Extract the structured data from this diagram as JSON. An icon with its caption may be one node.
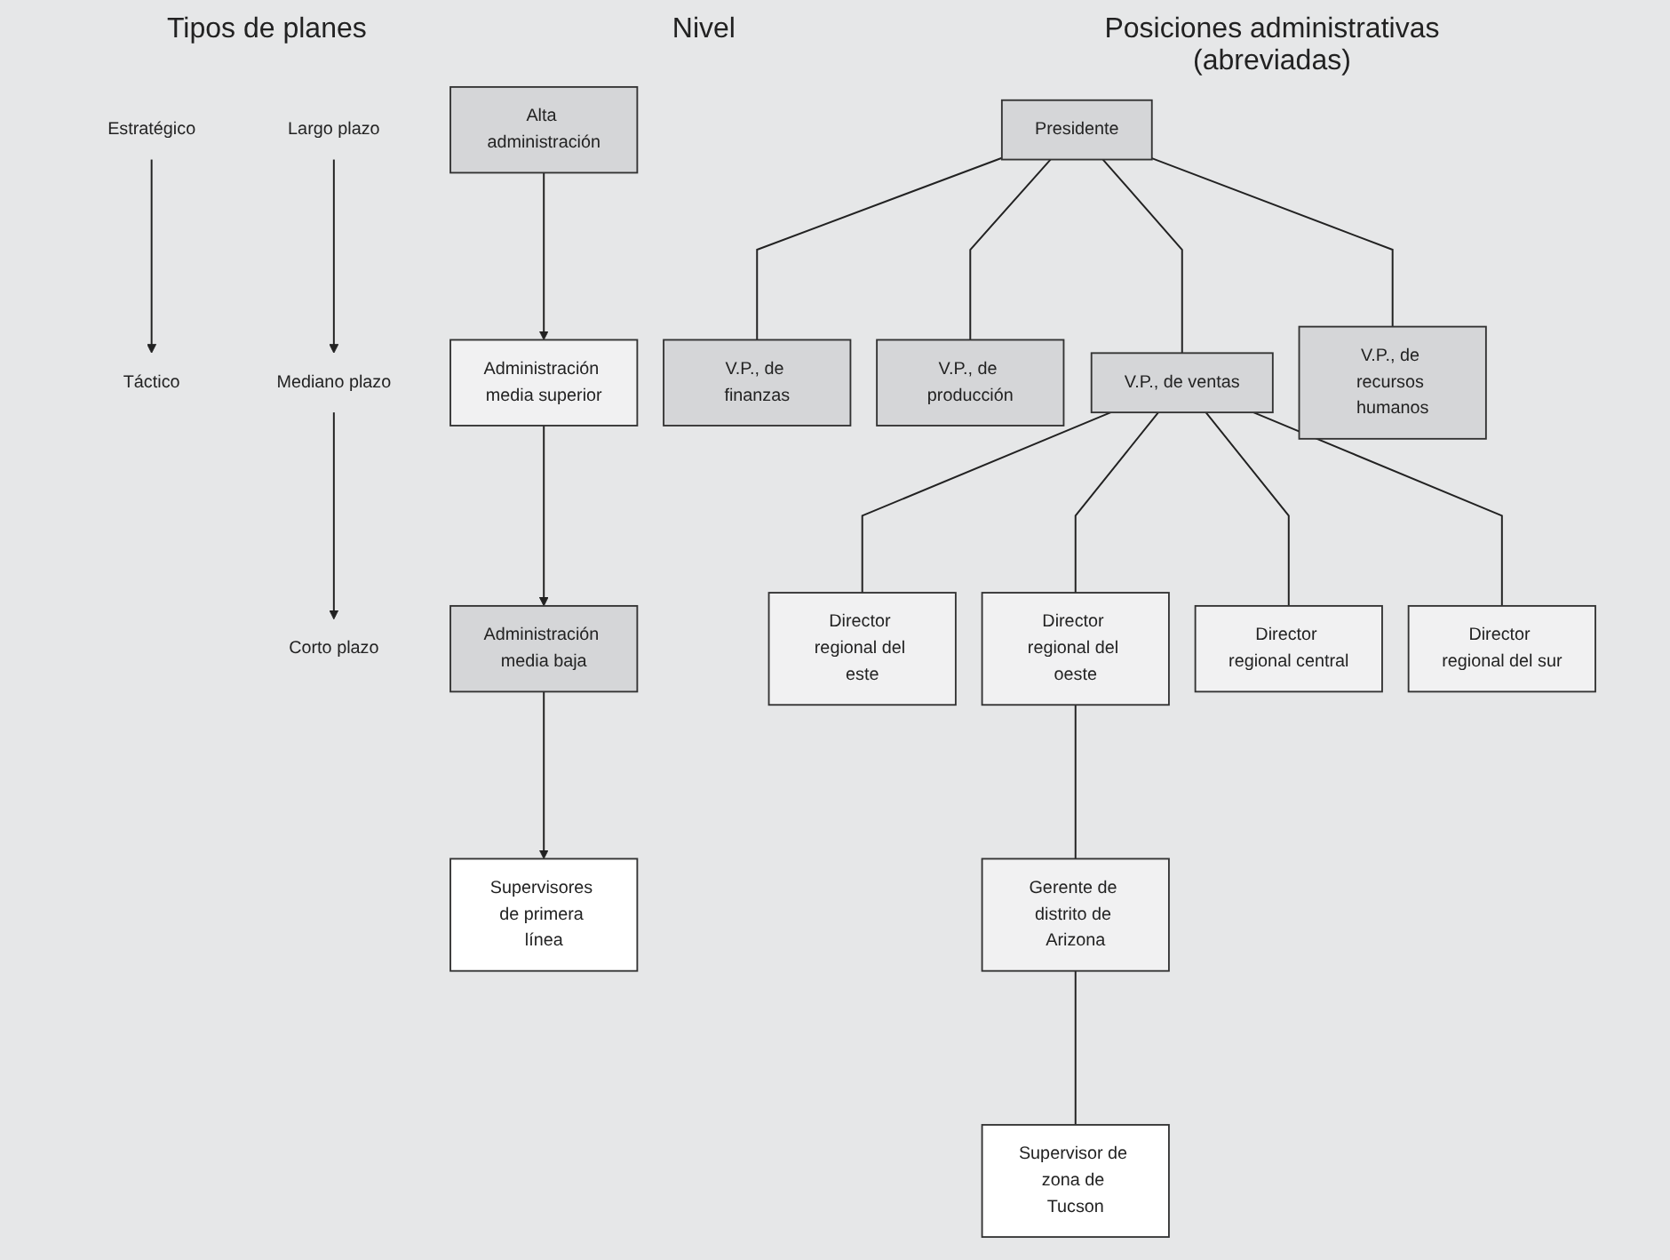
{
  "diagram": {
    "nodes": [
      {
        "text": [
          "Estratégico"
        ]
      },
      {
        "text": [
          "Táctico"
        ]
      },
      {
        "text": [
          "Largo plazo"
        ]
      },
      {
        "text": [
          "Mediano plazo"
        ]
      },
      {
        "text": [
          "Corto plazo"
        ]
      },
      {
        "text": [
          "Alta administración"
        ]
      },
      {
        "text": [
          "Administración media superior"
        ]
      },
      {
        "text": [
          "Administración media baja"
        ]
      },
      {
        "text": [
          "Supervisores de primera línea"
        ]
      },
      {
        "text": [
          "Presidente"
        ]
      },
      {
        "text": [
          "V.P., de finanzas"
        ]
      },
      {
        "text": [
          "V.P., de producción"
        ]
      },
      {
        "text": [
          "V.P., de ventas"
        ]
      },
      {
        "text": [
          "V.P., de recursos humanos"
        ]
      },
      {
        "text": [
          "Director regional del este"
        ]
      },
      {
        "text": [
          "Director regional del oeste"
        ]
      },
      {
        "text": [
          "Director regional central"
        ]
      },
      {
        "text": [
          "Director regional del sur"
        ]
      },
      {
        "text": [
          "Gerente de distrito de Arizona"
        ]
      },
      {
        "text": [
          "Supervisor de zona de Tucson"
        ]
      }
    ],
    "edges": [
      {
        "from": 0,
        "to": 1,
        "arrow": "to"
      },
      {
        "from": 2,
        "to": 3,
        "arrow": "to"
      },
      {
        "from": 3,
        "to": 4,
        "arrow": "to"
      },
      {
        "from": 5,
        "to": 6,
        "arrow": "to"
      },
      {
        "from": 6,
        "to": 7,
        "arrow": "to"
      },
      {
        "from": 7,
        "to": 8,
        "arrow": "to"
      },
      {
        "from": 9,
        "to": 10,
        "arrow": "none"
      },
      {
        "from": 9,
        "to": 11,
        "arrow": "none"
      },
      {
        "from": 9,
        "to": 12,
        "arrow": "none"
      },
      {
        "from": 9,
        "to": 13,
        "arrow": "none"
      },
      {
        "from": 12,
        "to": 14,
        "arrow": "none"
      },
      {
        "from": 12,
        "to": 15,
        "arrow": "none"
      },
      {
        "from": 12,
        "to": 16,
        "arrow": "none"
      },
      {
        "from": 12,
        "to": 17,
        "arrow": "none"
      },
      {
        "from": 15,
        "to": 18,
        "arrow": "none"
      },
      {
        "from": 18,
        "to": 19,
        "arrow": "none"
      }
    ],
    "labels": [
      "Tipos de planes",
      "Nivel",
      "Posiciones administrativas (abreviadas)"
    ]
  }
}
